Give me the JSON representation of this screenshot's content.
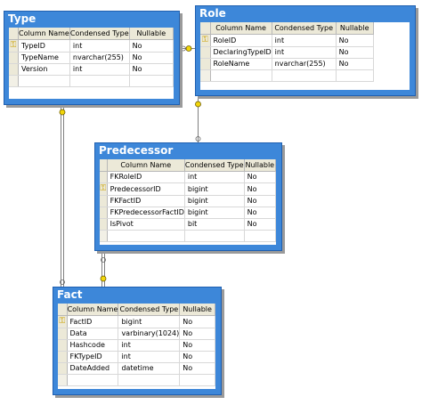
{
  "colors": {
    "title_bar": "#3d87d9",
    "key_icon": "#c9a000",
    "relationship": "#808080"
  },
  "columns_header": [
    "Column Name",
    "Condensed Type",
    "Nullable"
  ],
  "tables": {
    "type": {
      "title": "Type",
      "rows": [
        {
          "name": "TypeID",
          "type": "int",
          "nullable": "No",
          "key": true
        },
        {
          "name": "TypeName",
          "type": "nvarchar(255)",
          "nullable": "No",
          "key": false
        },
        {
          "name": "Version",
          "type": "int",
          "nullable": "No",
          "key": false
        }
      ]
    },
    "role": {
      "title": "Role",
      "rows": [
        {
          "name": "RoleID",
          "type": "int",
          "nullable": "No",
          "key": true
        },
        {
          "name": "DeclaringTypeID",
          "type": "int",
          "nullable": "No",
          "key": false
        },
        {
          "name": "RoleName",
          "type": "nvarchar(255)",
          "nullable": "No",
          "key": false
        }
      ]
    },
    "predecessor": {
      "title": "Predecessor",
      "rows": [
        {
          "name": "FKRoleID",
          "type": "int",
          "nullable": "No",
          "key": false
        },
        {
          "name": "PredecessorID",
          "type": "bigint",
          "nullable": "No",
          "key": true
        },
        {
          "name": "FKFactID",
          "type": "bigint",
          "nullable": "No",
          "key": false
        },
        {
          "name": "FKPredecessorFactID",
          "type": "bigint",
          "nullable": "No",
          "key": false
        },
        {
          "name": "IsPivot",
          "type": "bit",
          "nullable": "No",
          "key": false
        }
      ]
    },
    "fact": {
      "title": "Fact",
      "rows": [
        {
          "name": "FactID",
          "type": "bigint",
          "nullable": "No",
          "key": true
        },
        {
          "name": "Data",
          "type": "varbinary(1024)",
          "nullable": "No",
          "key": false
        },
        {
          "name": "Hashcode",
          "type": "int",
          "nullable": "No",
          "key": false
        },
        {
          "name": "FKTypeID",
          "type": "int",
          "nullable": "No",
          "key": false
        },
        {
          "name": "DateAdded",
          "type": "datetime",
          "nullable": "No",
          "key": false
        }
      ]
    }
  }
}
